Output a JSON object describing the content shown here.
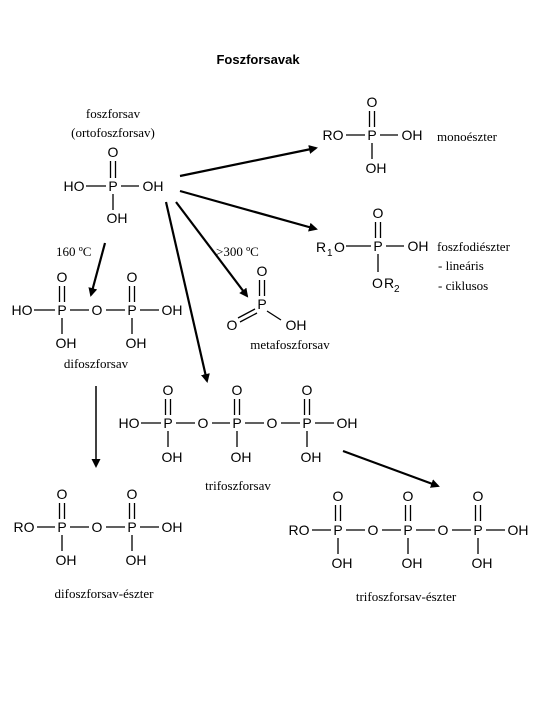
{
  "title": "Foszforsavak",
  "atoms": {
    "P": "P",
    "O": "O",
    "OH": "OH",
    "HO": "HO",
    "RO": "RO",
    "R": "R",
    "one": "1",
    "two": "2"
  },
  "labels": {
    "ortho_name": "foszforsav",
    "ortho_alt": "(ortofoszforsav)",
    "monoester": "monoészter",
    "diester": "foszfodiészter",
    "linear": "- lineáris",
    "cyclic": "- ciklusos",
    "temp1": "160 ºC",
    "temp2": ">300 ºC",
    "meta": "metafoszforsav",
    "di": "difoszforsav",
    "tri": "trifoszforsav",
    "di_ester": "difoszforsav-észter",
    "tri_ester": "trifoszforsav-észter"
  }
}
